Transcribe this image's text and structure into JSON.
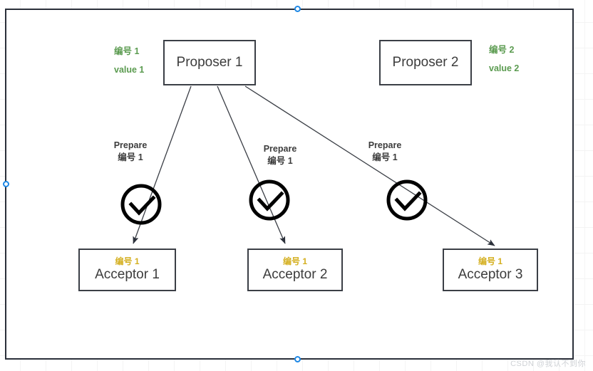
{
  "diagram": {
    "frame": {
      "border_color": "#2b303a"
    },
    "proposers": [
      {
        "label": "Proposer 1"
      },
      {
        "label": "Proposer 2"
      }
    ],
    "acceptors": [
      {
        "tag": "编号 1",
        "label": "Acceptor 1"
      },
      {
        "tag": "编号 1",
        "label": "Acceptor 2"
      },
      {
        "tag": "编号 1",
        "label": "Acceptor 3"
      }
    ],
    "annotations": {
      "left": {
        "number": "编号 1",
        "value": "value 1",
        "color": "#5b9b50"
      },
      "right": {
        "number": "编号 2",
        "value": "value 2",
        "color": "#5b9b50"
      }
    },
    "messages": [
      {
        "action": "Prepare",
        "number": "编号 1"
      },
      {
        "action": "Prepare",
        "number": "编号 1"
      },
      {
        "action": "Prepare",
        "number": "编号 1"
      }
    ],
    "acceptor_tag_color": "#d4af1f",
    "check_marks": [
      {
        "state": "accepted"
      },
      {
        "state": "accepted"
      },
      {
        "state": "accepted"
      }
    ]
  },
  "selection": {
    "handle_color": "#1e88e5",
    "handles": [
      "top-center",
      "bottom-center",
      "middle-left"
    ]
  },
  "watermark": {
    "text": "CSDN @我认不到你"
  }
}
